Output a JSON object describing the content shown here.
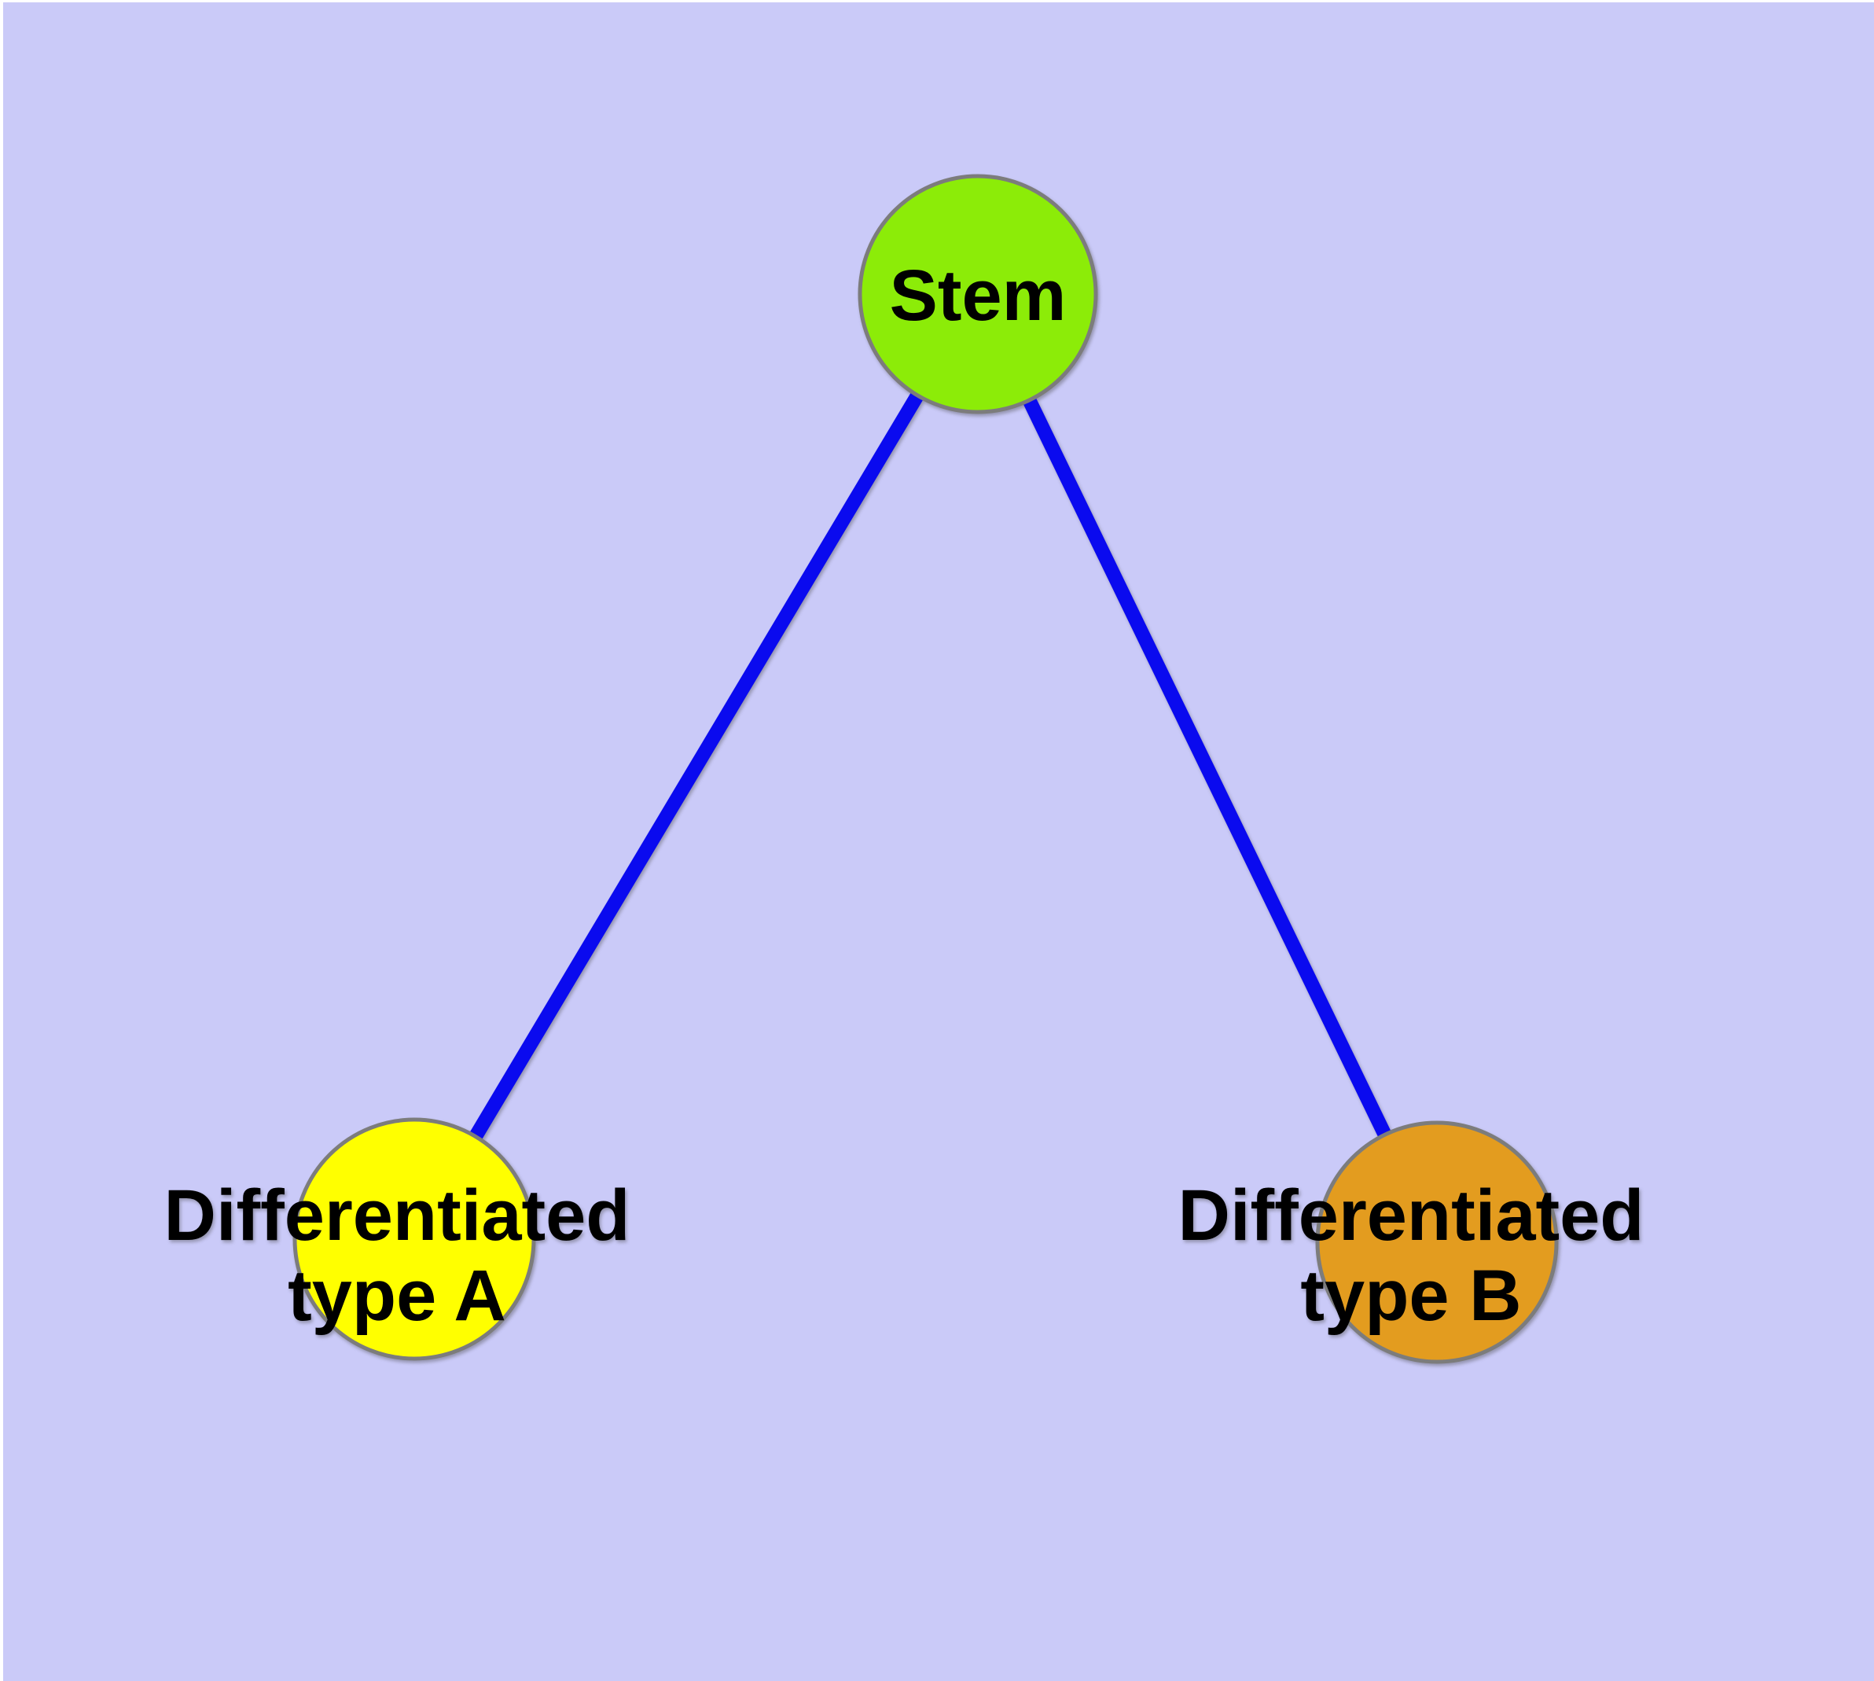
{
  "diagram": {
    "background_color": "#CACAF8",
    "frame_color": "#FFFFFF",
    "edge_color": "#0A0AEF",
    "node_border_color": "#7C7C7C",
    "label_color": "#000000",
    "nodes": [
      {
        "id": "stem",
        "label": "Stem",
        "fill": "#8CEC08"
      },
      {
        "id": "differentiated-type-a",
        "label_line1": "Differentiated",
        "label_line2": "type A",
        "fill": "#FFFF00"
      },
      {
        "id": "differentiated-type-b",
        "label_line1": "Differentiated",
        "label_line2": "type B",
        "fill": "#E39C1F"
      }
    ],
    "edges": [
      {
        "id": "edge-stem-to-type-a",
        "from": "stem",
        "to": "differentiated-type-a"
      },
      {
        "id": "edge-stem-to-type-b",
        "from": "stem",
        "to": "differentiated-type-b"
      }
    ]
  }
}
